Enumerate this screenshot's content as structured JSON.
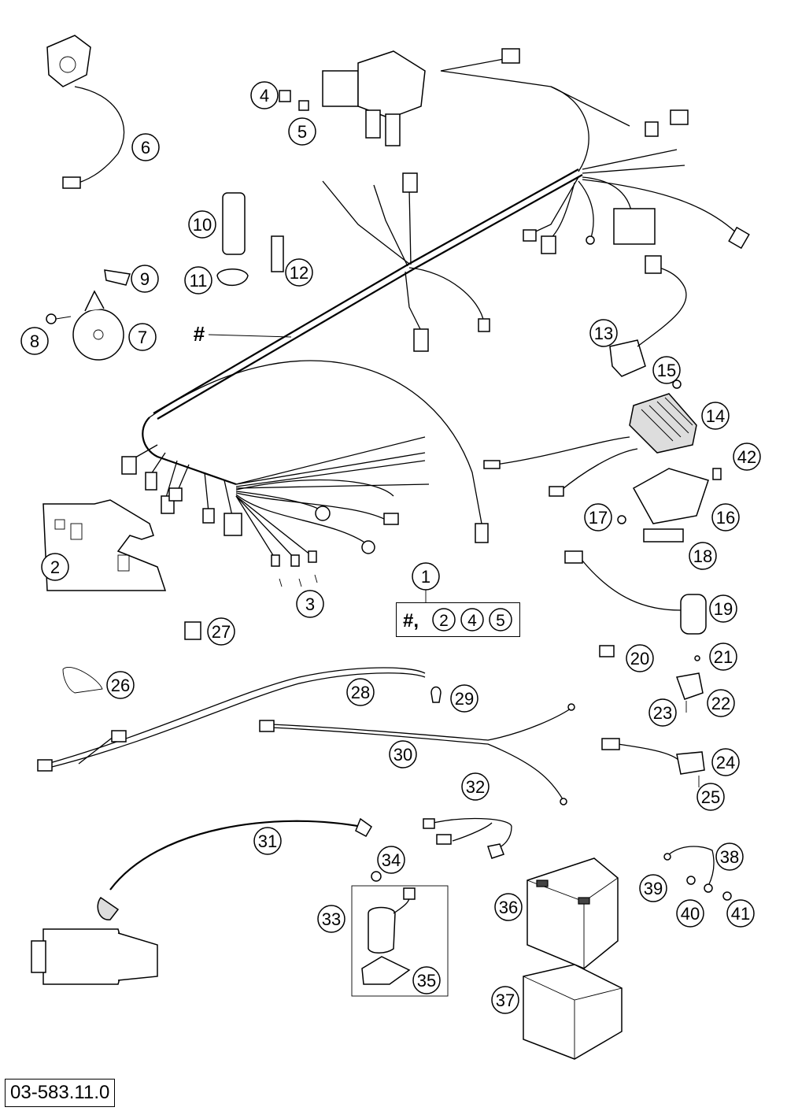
{
  "drawing_number": "03-583.11.0",
  "harness_marker": "#",
  "kit_label_prefix": "#,",
  "kit_items": [
    "2",
    "4",
    "5"
  ],
  "callouts": [
    {
      "id": "c1",
      "label": "1"
    },
    {
      "id": "c2",
      "label": "2"
    },
    {
      "id": "c3",
      "label": "3"
    },
    {
      "id": "c4",
      "label": "4"
    },
    {
      "id": "c5",
      "label": "5"
    },
    {
      "id": "c6",
      "label": "6"
    },
    {
      "id": "c7",
      "label": "7"
    },
    {
      "id": "c8",
      "label": "8"
    },
    {
      "id": "c9",
      "label": "9"
    },
    {
      "id": "c10",
      "label": "10"
    },
    {
      "id": "c11",
      "label": "11"
    },
    {
      "id": "c12",
      "label": "12"
    },
    {
      "id": "c13",
      "label": "13"
    },
    {
      "id": "c14",
      "label": "14"
    },
    {
      "id": "c15",
      "label": "15"
    },
    {
      "id": "c16",
      "label": "16"
    },
    {
      "id": "c17",
      "label": "17"
    },
    {
      "id": "c18",
      "label": "18"
    },
    {
      "id": "c19",
      "label": "19"
    },
    {
      "id": "c20",
      "label": "20"
    },
    {
      "id": "c21",
      "label": "21"
    },
    {
      "id": "c22",
      "label": "22"
    },
    {
      "id": "c23",
      "label": "23"
    },
    {
      "id": "c24",
      "label": "24"
    },
    {
      "id": "c25",
      "label": "25"
    },
    {
      "id": "c26",
      "label": "26"
    },
    {
      "id": "c27",
      "label": "27"
    },
    {
      "id": "c28",
      "label": "28"
    },
    {
      "id": "c29",
      "label": "29"
    },
    {
      "id": "c30",
      "label": "30"
    },
    {
      "id": "c31",
      "label": "31"
    },
    {
      "id": "c32",
      "label": "32"
    },
    {
      "id": "c33",
      "label": "33"
    },
    {
      "id": "c34",
      "label": "34"
    },
    {
      "id": "c35",
      "label": "35"
    },
    {
      "id": "c36",
      "label": "36"
    },
    {
      "id": "c37",
      "label": "37"
    },
    {
      "id": "c38",
      "label": "38"
    },
    {
      "id": "c39",
      "label": "39"
    },
    {
      "id": "c40",
      "label": "40"
    },
    {
      "id": "c41",
      "label": "41"
    },
    {
      "id": "c42",
      "label": "42"
    }
  ]
}
